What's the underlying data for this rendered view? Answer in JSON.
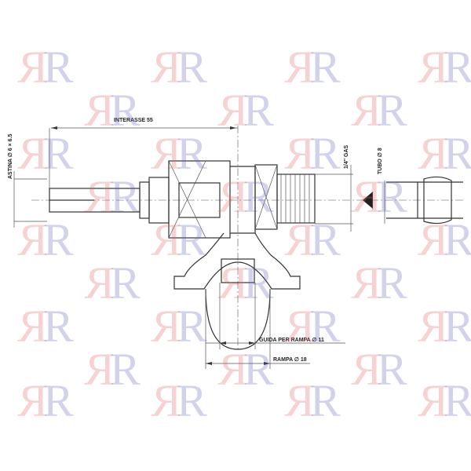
{
  "drawing": {
    "labels": {
      "interasse": "INTERASSE 55",
      "astina": "ASTINA ∅ 6 × 6.5",
      "gas": "1/4\" GAS",
      "tubo": "TUBO ∅ 8",
      "guida": "GUIDA PER RAMPA ∅ 11",
      "rampa": "RAMPA ∅ 18"
    }
  },
  "watermark": {
    "text": "RR",
    "colors": [
      "#e06060",
      "#6060c0"
    ]
  }
}
